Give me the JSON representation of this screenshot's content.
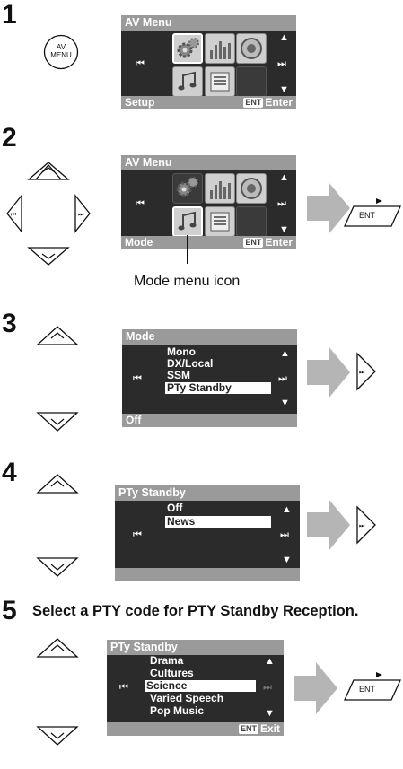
{
  "steps": [
    {
      "num": "1",
      "screen": {
        "title": "AV Menu",
        "foot_left": "Setup",
        "foot_right": "Enter",
        "ent": "ENT"
      }
    },
    {
      "num": "2",
      "screen": {
        "title": "AV Menu",
        "foot_left": "Mode",
        "foot_right": "Enter",
        "ent": "ENT"
      },
      "caption": "Mode menu icon"
    },
    {
      "num": "3",
      "screen": {
        "title": "Mode",
        "foot_left": "Off",
        "items": [
          "Mono",
          "DX/Local",
          "SSM",
          "PTy Standby"
        ]
      }
    },
    {
      "num": "4",
      "screen": {
        "title": "PTy Standby",
        "items": [
          "Off",
          "News"
        ]
      }
    },
    {
      "num": "5",
      "title": "Select a PTY code for PTY Standby Reception.",
      "screen": {
        "title": "PTy Standby",
        "foot_right": "Exit",
        "ent": "ENT",
        "items": [
          "Drama",
          "Cultures",
          "Science",
          "Varied Speech",
          "Pop Music"
        ]
      }
    }
  ],
  "controls": {
    "av_menu_line1": "AV",
    "av_menu_line2": "MENU",
    "ent_label": "ENT"
  },
  "glyphs": {
    "up": "▲",
    "down": "▼",
    "prev": "⏮",
    "next": "⏭"
  }
}
